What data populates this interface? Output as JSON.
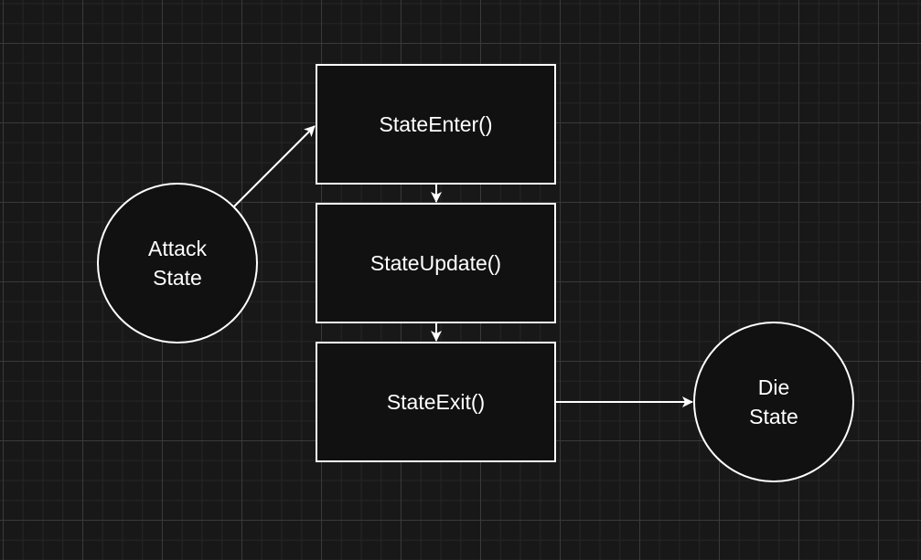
{
  "diagram": {
    "nodes": {
      "state_enter": {
        "label": "StateEnter()"
      },
      "state_update": {
        "label": "StateUpdate()"
      },
      "state_exit": {
        "label": "StateExit()"
      },
      "attack_state": {
        "line1": "Attack",
        "line2": "State"
      },
      "die_state": {
        "line1": "Die",
        "line2": "State"
      }
    },
    "edges": [
      {
        "from": "attack_state",
        "to": "state_enter"
      },
      {
        "from": "state_enter",
        "to": "state_update"
      },
      {
        "from": "state_update",
        "to": "state_exit"
      },
      {
        "from": "state_exit",
        "to": "die_state"
      }
    ],
    "colors": {
      "background": "#181818",
      "node_fill": "#111111",
      "stroke": "#ffffff",
      "text": "#ffffff"
    }
  }
}
